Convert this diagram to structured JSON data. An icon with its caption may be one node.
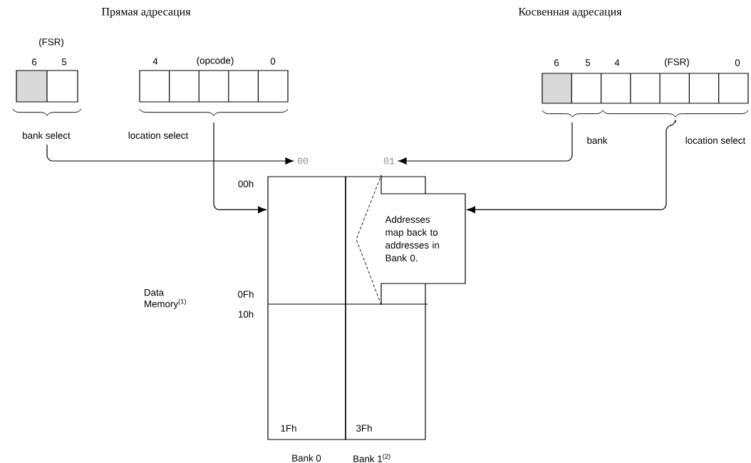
{
  "diagram": {
    "nodes": [
      {
        "text": [
          "(FSR)",
          "6",
          "5"
        ],
        "beside": [
          "bank select"
        ]
      },
      {
        "text": [
          "4",
          "(opcode)",
          "0"
        ],
        "beside": [
          "location select"
        ]
      },
      {
        "text": [
          "6",
          "5",
          "4",
          "(FSR)",
          "0"
        ],
        "beside": [
          "bank",
          "location select"
        ]
      },
      {
        "text": [
          "1Fh"
        ],
        "beside": [
          "Bank 0"
        ]
      },
      {
        "text": [
          "3Fh"
        ],
        "beside": [
          "Bank 1$^{(2)}$"
        ]
      },
      {
        "text": [
          "00"
        ]
      },
      {
        "text": [
          "01"
        ]
      },
      {
        "text": [
          "Addresses map back to addresses in Bank 0."
        ]
      }
    ],
    "edges": [
      {
        "from": 0,
        "to": 5,
        "arrow": "to"
      },
      {
        "from": 1,
        "to": 3,
        "arrow": "to"
      },
      {
        "from": 2,
        "to": 6,
        "arrow": "to"
      },
      {
        "from": 2,
        "to": 7,
        "arrow": "to"
      }
    ],
    "labels": [
      "Прямая адресация",
      "Косвенная адресация",
      "00h",
      "Data Memory$^{(1)}$",
      "0Fh",
      "10h"
    ]
  }
}
